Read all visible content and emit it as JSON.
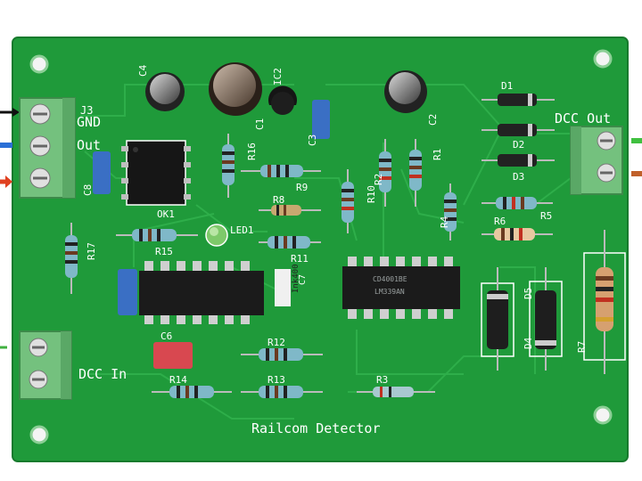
{
  "board": {
    "title": "Railcom Detector",
    "colors": {
      "pcb": "#1f9a3a",
      "silkscreen": "#ffffff",
      "terminal": "#6cbf7a",
      "ic": "#1c1c1c"
    }
  },
  "connectors": {
    "left": {
      "labels": [
        "GND",
        "Out",
        "J3"
      ]
    },
    "right": {
      "label": "DCC Out"
    },
    "bottom": {
      "label": "DCC In"
    }
  },
  "designators": {
    "c4": "C4",
    "c1": "C1",
    "ic2": "IC2",
    "c2": "C2",
    "c3": "C3",
    "c8": "C8",
    "c7": "C7",
    "c6": "C6",
    "ok1": "OK1",
    "led1": "LED1",
    "r1": "R1",
    "r2": "R2",
    "r3": "R3",
    "r4": "R4",
    "r5": "R5",
    "r6": "R6",
    "r7": "R7",
    "r8": "R8",
    "r9": "R9",
    "r10": "R10",
    "r11": "R11",
    "r12": "R12",
    "r13": "R13",
    "r14": "R14",
    "r15": "R15",
    "r16": "R16",
    "r17": "R17",
    "d1": "D1",
    "d2": "D2",
    "d3": "D3",
    "d4": "D4",
    "d5": "D5"
  },
  "chips": {
    "ic1_marking": "CD4001BE",
    "ic2_marking": "LM339AN",
    "sticker": "Ink400"
  }
}
